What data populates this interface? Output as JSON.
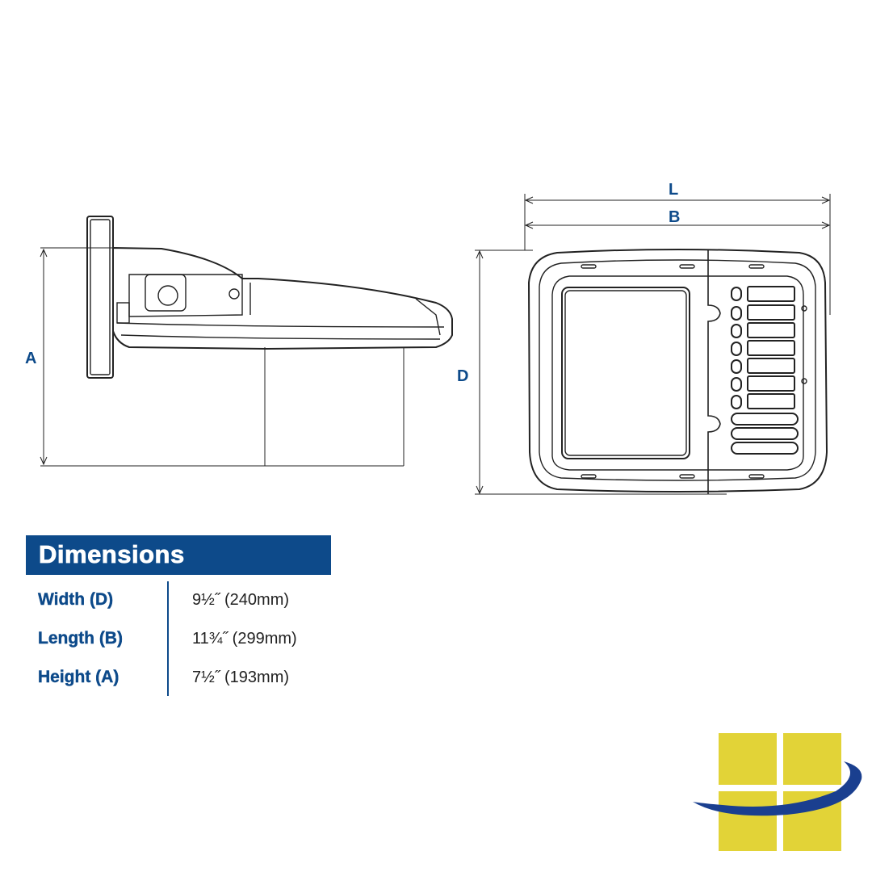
{
  "dimension_labels": {
    "a": "A",
    "l": "L",
    "b": "B",
    "d": "D"
  },
  "table": {
    "title": "Dimensions",
    "rows": [
      {
        "label": "Width (D)",
        "value": "9½˝ (240mm)"
      },
      {
        "label": "Length (B)",
        "value": "11¾˝ (299mm)"
      },
      {
        "label": "Height (A)",
        "value": "7½˝ (193mm)"
      }
    ]
  },
  "colors": {
    "accent": "#0d4a8a",
    "logo_yellow": "#e2d337",
    "logo_swoosh": "#1a3f8f"
  }
}
